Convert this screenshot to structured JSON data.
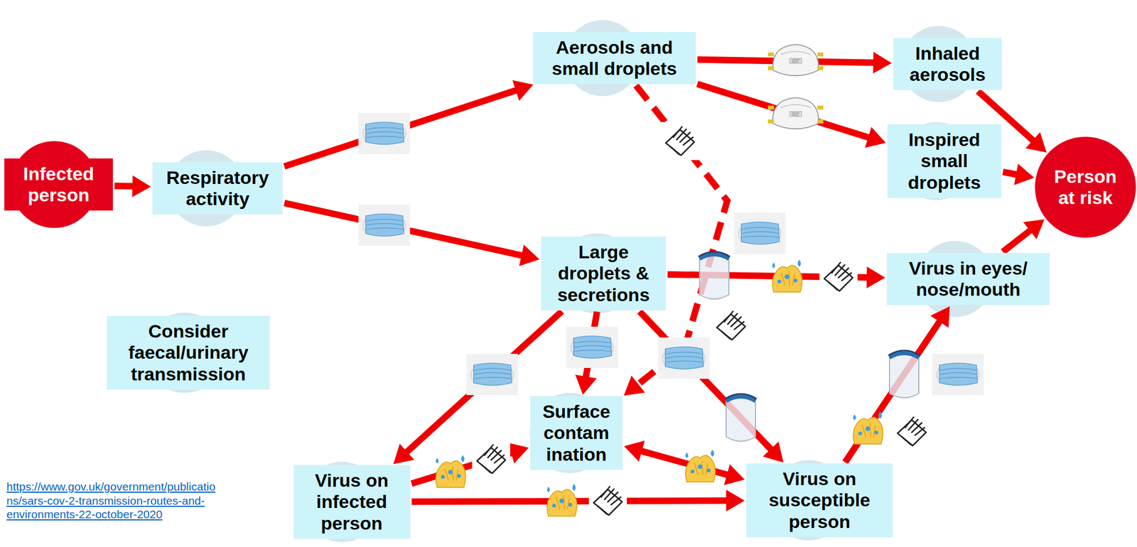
{
  "diagram": {
    "nodes": [
      {
        "text": [
          "Infected person"
        ]
      },
      {
        "text": [
          "Respiratory activity"
        ]
      },
      {
        "text": [
          "Aerosols and small droplets"
        ]
      },
      {
        "text": [
          "Inhaled aerosols"
        ]
      },
      {
        "text": [
          "Inspired small droplets"
        ]
      },
      {
        "text": [
          "Person at risk"
        ]
      },
      {
        "text": [
          "Large droplets & secretions"
        ]
      },
      {
        "text": [
          "Virus in eyes/ nose/mouth"
        ]
      },
      {
        "text": [
          "Consider faecal/urinary transmission"
        ]
      },
      {
        "text": [
          "Surface contam ination"
        ]
      },
      {
        "text": [
          "Virus on infected person"
        ]
      },
      {
        "text": [
          "Virus on susceptible person"
        ]
      }
    ],
    "edges": [
      {
        "from": 0,
        "to": 1,
        "arrow": "to"
      },
      {
        "from": 1,
        "to": 2,
        "arrow": "to"
      },
      {
        "from": 1,
        "to": 6,
        "arrow": "to"
      },
      {
        "from": 2,
        "to": 3,
        "arrow": "to"
      },
      {
        "from": 2,
        "to": 4,
        "arrow": "to"
      },
      {
        "from": 2,
        "to": 9,
        "arrow": "to"
      },
      {
        "from": 3,
        "to": 5,
        "arrow": "to"
      },
      {
        "from": 4,
        "to": 5,
        "arrow": "to"
      },
      {
        "from": 6,
        "to": 7,
        "arrow": "to"
      },
      {
        "from": 6,
        "to": 9,
        "arrow": "to"
      },
      {
        "from": 6,
        "to": 10,
        "arrow": "to"
      },
      {
        "from": 6,
        "to": 11,
        "arrow": "to"
      },
      {
        "from": 7,
        "to": 5,
        "arrow": "to"
      },
      {
        "from": 10,
        "to": 9,
        "arrow": "to"
      },
      {
        "from": 10,
        "to": 11,
        "arrow": "to"
      },
      {
        "from": 9,
        "to": 11,
        "arrow": "both"
      },
      {
        "from": 11,
        "to": 7,
        "arrow": "to"
      }
    ],
    "labels": [
      "https://www.gov.uk/government/publications/sars-cov-2-transmission-routes-and-environments-22-october-2020"
    ]
  }
}
